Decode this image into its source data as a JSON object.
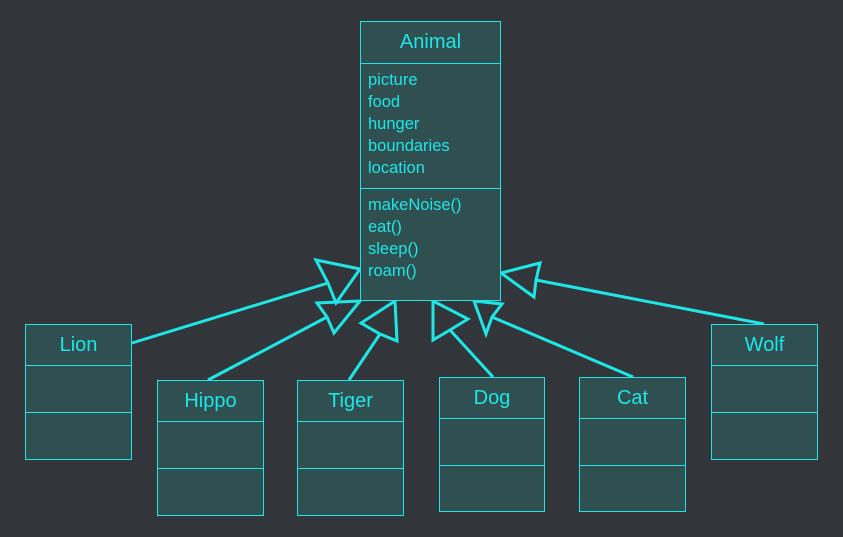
{
  "diagram": {
    "superclass": {
      "name": "Animal",
      "attributes": [
        "picture",
        "food",
        "hunger",
        "boundaries",
        "location"
      ],
      "methods": [
        "makeNoise()",
        "eat()",
        "sleep()",
        "roam()"
      ]
    },
    "subclasses": {
      "lion": {
        "name": "Lion"
      },
      "hippo": {
        "name": "Hippo"
      },
      "tiger": {
        "name": "Tiger"
      },
      "dog": {
        "name": "Dog"
      },
      "cat": {
        "name": "Cat"
      },
      "wolf": {
        "name": "Wolf"
      }
    },
    "relationship": "inherits-from",
    "colors": {
      "background": "#32363a",
      "box_fill": "#2f4f50",
      "stroke": "#1ee6e6"
    }
  }
}
